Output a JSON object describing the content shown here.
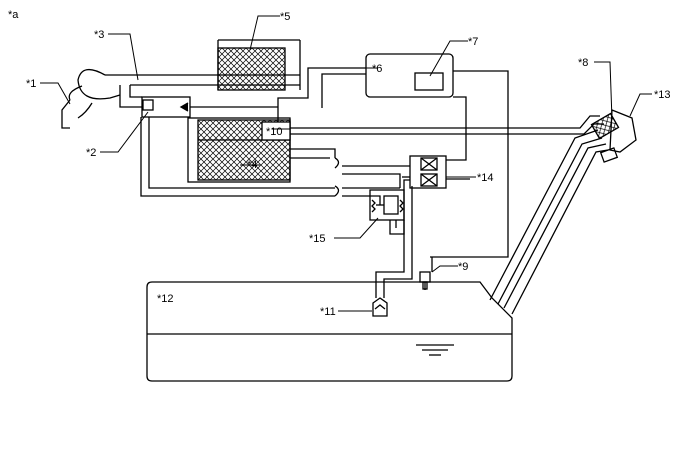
{
  "diagram": {
    "figure_label": "*a",
    "labels": {
      "c1": "*1",
      "c2": "*2",
      "c3": "*3",
      "c4": "*4",
      "c5": "*5",
      "c6": "*6",
      "c7": "*7",
      "c8": "*8",
      "c9": "*9",
      "c10": "*10",
      "c11": "*11",
      "c12": "*12",
      "c13": "*13",
      "c14": "*14",
      "c15": "*15"
    }
  }
}
